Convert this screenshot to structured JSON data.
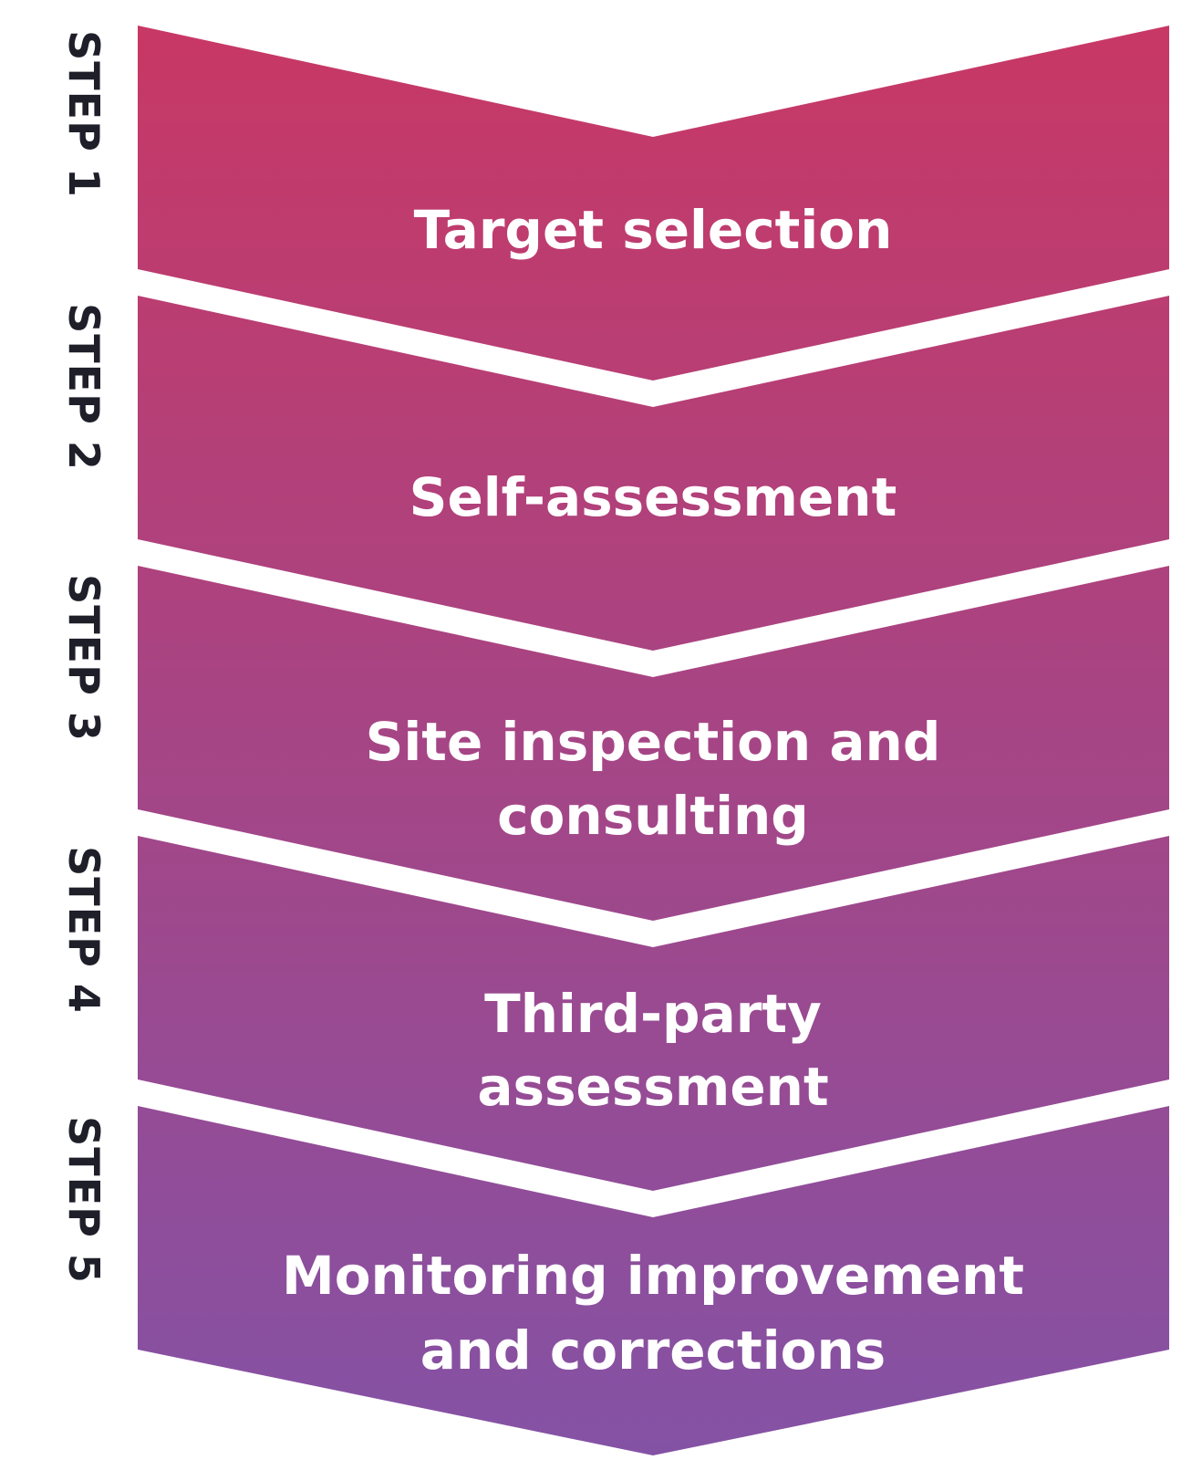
{
  "colors": {
    "gradient_top": "#C83865",
    "gradient_bottom": "#8452A5",
    "step_label": "#1F1F2A",
    "title_text": "#FFFFFF"
  },
  "steps": [
    {
      "label": "STEP 1",
      "title_lines": [
        "Target selection"
      ]
    },
    {
      "label": "STEP 2",
      "title_lines": [
        "Self-assessment"
      ]
    },
    {
      "label": "STEP 3",
      "title_lines": [
        "Site inspection and",
        "consulting"
      ]
    },
    {
      "label": "STEP 4",
      "title_lines": [
        "Third-party",
        "assessment"
      ]
    },
    {
      "label": "STEP 5",
      "title_lines": [
        "Monitoring improvement",
        "and corrections"
      ]
    }
  ]
}
